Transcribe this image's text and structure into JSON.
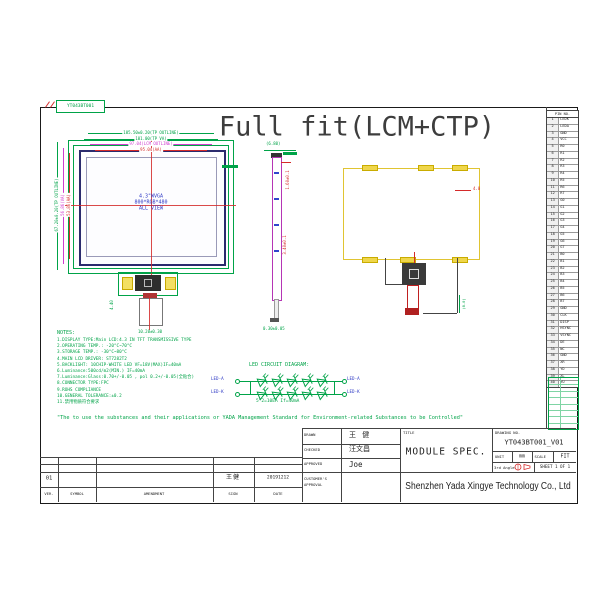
{
  "sheet": {
    "doc_label": "YT043BT001",
    "title": "Full fit(LCM+CTP)"
  },
  "front_view": {
    "label_lines": [
      "4.3\"WVGA",
      "800*RGB*480",
      "ALL VIEW"
    ],
    "dims_top": [
      "105.50±0.20(TP OUTLINE)",
      "101.00(TP VA)",
      "97.04(LCM OUTLINE)",
      "95.04(AA)"
    ],
    "dims_left": [
      "67.20±0.20(TP OUTLINE)",
      "56.86(VA)",
      "53.86(AA)"
    ],
    "fpc_dim_side": "4.40",
    "fpc_dim_bottom": "10.20±0.30"
  },
  "side_view": {
    "dim_top": "(6.80)",
    "dim_mid1": "1.60±0.1",
    "dim_mid2": "3.40±0.1",
    "dim_bottom": "0.30±0.05"
  },
  "back_view": {
    "dim_right": "4.0",
    "dim_fpc": "(8.0)"
  },
  "led_diagram": {
    "title": "LED CIRCUIT DIAGRAM:",
    "left_labels": [
      "LED-A",
      "LED-K"
    ],
    "right_labels": [
      "LED-A",
      "LED-K"
    ],
    "note": "5*2=10EA  If=40mA"
  },
  "notes": {
    "header": "NOTES:",
    "lines": [
      "1.DISPLAY TYPE:Main LCD:4.3 IN TFT TRANSMISSIVE TYPE",
      "2.OPERATING TEMP.: -20°C~70°C",
      "3.STORAGE TEMP.: -30°C~80°C",
      "4.MAIN LCD DRIVER: ST7282T2",
      "5.BACKLIGHT: 10CHIP-WHITE LED VF=18V(MAX)IF=40mA",
      "6.Luminance:500cd/m2(MIN.) IF=40mA",
      "7.Luminance:Glass:0.70+/-0.05 , pol 0.2+/-0.05(全贴合)",
      "8.CONNECTOR TYPE:FPC",
      "9.ROHS COMPLIANCE",
      "10.GENERAL TOLERANCE:±0.2",
      "11.禁用物质符合要求"
    ],
    "footer": "\"The to use the substances and their applications or YADA Management Standard for Environment-related Substances to be Controlled\""
  },
  "pin_table": {
    "header": "PIN NO.",
    "pins": [
      [
        "1",
        "LEDK"
      ],
      [
        "2",
        "LEDA"
      ],
      [
        "3",
        "GND"
      ],
      [
        "4",
        "VCC"
      ],
      [
        "5",
        "R0"
      ],
      [
        "6",
        "R1"
      ],
      [
        "7",
        "R2"
      ],
      [
        "8",
        "R3"
      ],
      [
        "9",
        "R4"
      ],
      [
        "10",
        "R5"
      ],
      [
        "11",
        "R6"
      ],
      [
        "12",
        "R7"
      ],
      [
        "13",
        "G0"
      ],
      [
        "14",
        "G1"
      ],
      [
        "15",
        "G2"
      ],
      [
        "16",
        "G3"
      ],
      [
        "17",
        "G4"
      ],
      [
        "18",
        "G5"
      ],
      [
        "19",
        "G6"
      ],
      [
        "20",
        "G7"
      ],
      [
        "21",
        "B0"
      ],
      [
        "22",
        "B1"
      ],
      [
        "23",
        "B2"
      ],
      [
        "24",
        "B3"
      ],
      [
        "25",
        "B4"
      ],
      [
        "26",
        "B5"
      ],
      [
        "27",
        "B6"
      ],
      [
        "28",
        "B7"
      ],
      [
        "29",
        "GND"
      ],
      [
        "30",
        "CLK"
      ],
      [
        "31",
        "DISP"
      ],
      [
        "32",
        "HSYNC"
      ],
      [
        "33",
        "VSYNC"
      ],
      [
        "34",
        "DE"
      ],
      [
        "35",
        "NC"
      ],
      [
        "36",
        "GND"
      ],
      [
        "37",
        "XR"
      ],
      [
        "38",
        "YD"
      ],
      [
        "39",
        "XL"
      ],
      [
        "40",
        "YU"
      ]
    ]
  },
  "title_block": {
    "drawn_label": "DRAWN",
    "drawn": "王 健",
    "checked_label": "CHECKED",
    "checked": "汪文昌",
    "approved_label": "APPROVED",
    "approved": "Joe",
    "customer_label_1": "CUSTOMER'S",
    "customer_label_2": "APPROVAL",
    "title_label": "TITLE",
    "title": "MODULE SPEC.",
    "drawing_no_label": "DRAWING NO.",
    "drawing_no": "YT043BT001_V01",
    "unit_label": "UNIT",
    "unit": "mm",
    "scale_label": "SCALE",
    "scale": "FIT",
    "angle_label": "3rd Angle",
    "sheet_info": "SHEET 1 OF 1",
    "company": "Shenzhen Yada Xingye Technology Co., Ltd"
  },
  "revision_table": {
    "ver": "01",
    "sign": "王健",
    "date": "20191212",
    "headers": [
      "VER.",
      "SYMBOL",
      "AMENDMENT",
      "SIGN",
      "DATE"
    ]
  }
}
